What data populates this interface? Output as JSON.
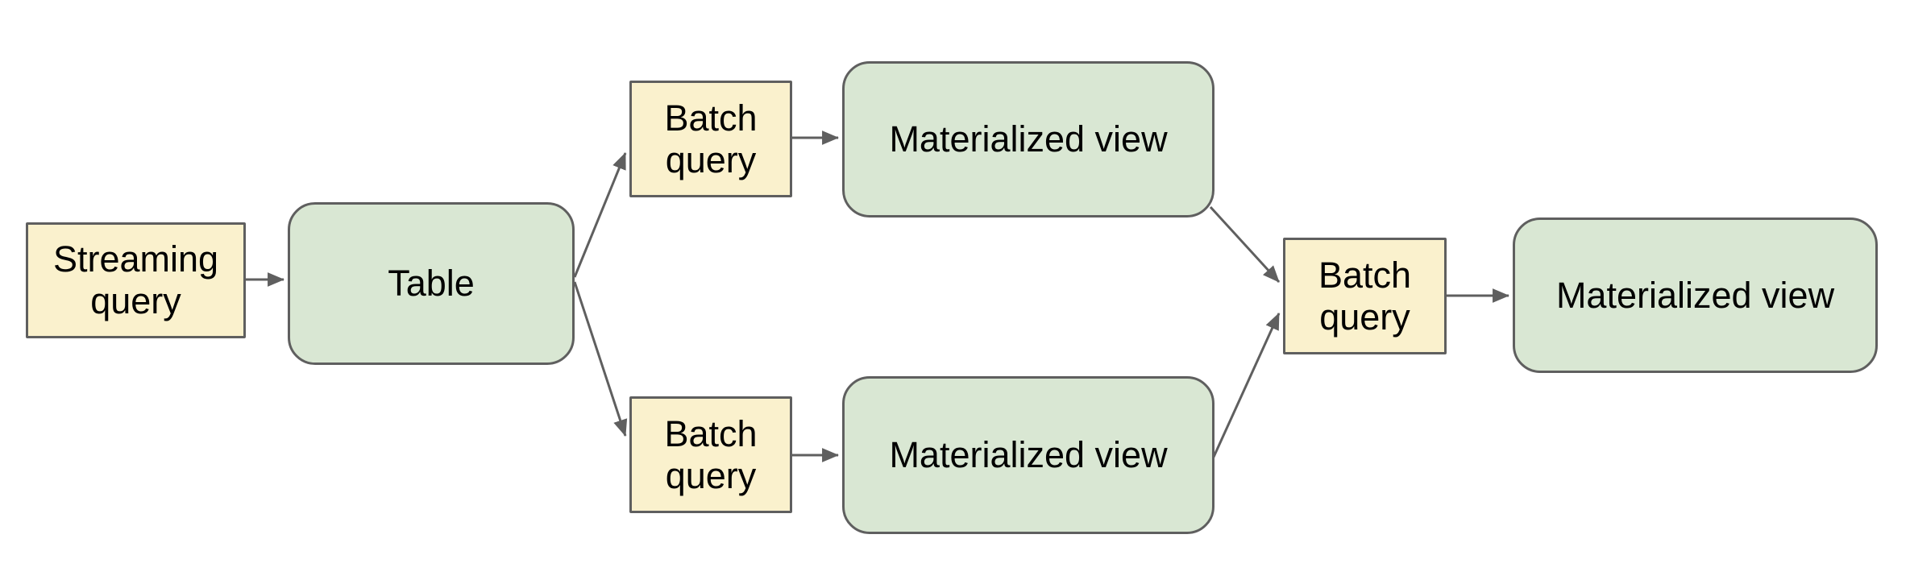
{
  "colors": {
    "background": "#ffffff",
    "yellow_fill": "#faf1cd",
    "green_fill": "#d9e7d3",
    "border": "#5f5f5f",
    "arrow": "#5f5f5f",
    "text": "#000000"
  },
  "diagram": {
    "type": "flowchart",
    "nodes": [
      {
        "id": "streaming-query",
        "label": "Streaming query",
        "shape": "rectangle",
        "color": "yellow"
      },
      {
        "id": "table",
        "label": "Table",
        "shape": "rounded",
        "color": "green"
      },
      {
        "id": "batch-query-top",
        "label": "Batch query",
        "shape": "rectangle",
        "color": "yellow"
      },
      {
        "id": "materialized-view-top",
        "label": "Materialized view",
        "shape": "rounded",
        "color": "green"
      },
      {
        "id": "batch-query-bottom",
        "label": "Batch query",
        "shape": "rectangle",
        "color": "yellow"
      },
      {
        "id": "materialized-view-bottom",
        "label": "Materialized view",
        "shape": "rounded",
        "color": "green"
      },
      {
        "id": "batch-query-final",
        "label": "Batch query",
        "shape": "rectangle",
        "color": "yellow"
      },
      {
        "id": "materialized-view-final",
        "label": "Materialized view",
        "shape": "rounded",
        "color": "green"
      }
    ],
    "edges": [
      {
        "from": "streaming-query",
        "to": "table"
      },
      {
        "from": "table",
        "to": "batch-query-top"
      },
      {
        "from": "table",
        "to": "batch-query-bottom"
      },
      {
        "from": "batch-query-top",
        "to": "materialized-view-top"
      },
      {
        "from": "batch-query-bottom",
        "to": "materialized-view-bottom"
      },
      {
        "from": "materialized-view-top",
        "to": "batch-query-final"
      },
      {
        "from": "materialized-view-bottom",
        "to": "batch-query-final"
      },
      {
        "from": "batch-query-final",
        "to": "materialized-view-final"
      }
    ]
  }
}
